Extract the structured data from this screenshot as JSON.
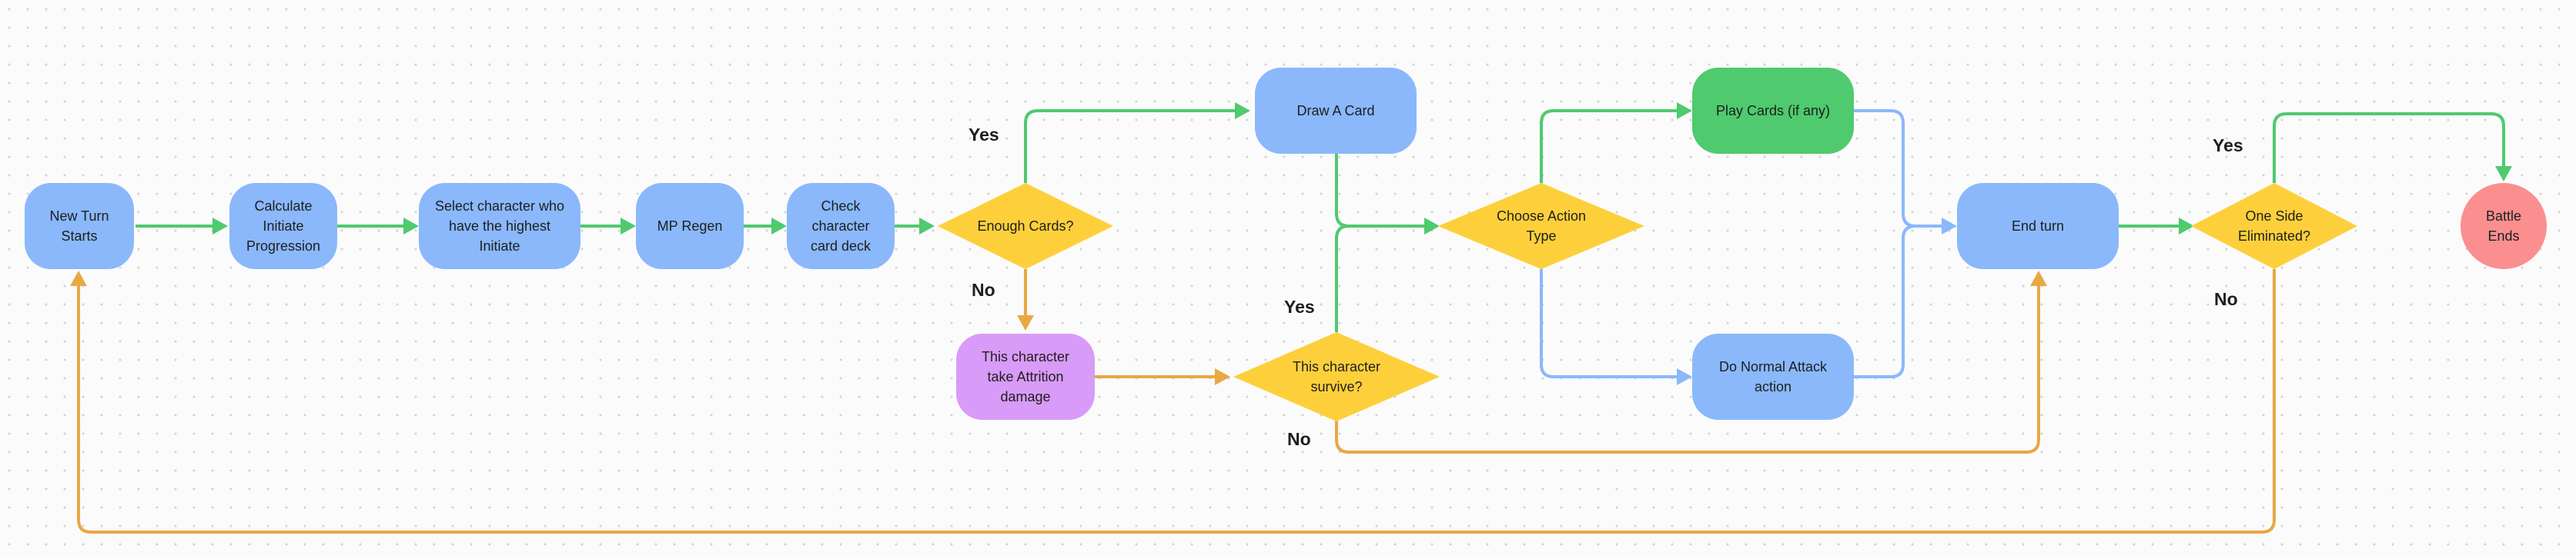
{
  "colors": {
    "blue": "#8ab8fb",
    "green": "#4fca6e",
    "purple": "#d89bf7",
    "yellow": "#fdd03b",
    "red": "#fb8f8f",
    "edge_green": "#4fca6e",
    "edge_orange": "#e8a845",
    "edge_blue": "#8ab8fb"
  },
  "nodes": {
    "new_turn": "New Turn Starts",
    "calc_initiate": "Calculate Initiate Progression",
    "select_char": "Select character who have the highest Initiate",
    "mp_regen": "MP Regen",
    "check_deck": "Check character card deck",
    "enough_cards": "Enough Cards?",
    "draw_card": "Draw A Card",
    "attrition": "This character take Attrition damage",
    "survive": "This character survive?",
    "choose_action": "Choose Action Type",
    "play_cards": "Play Cards (if any)",
    "normal_attack": "Do Normal Attack action",
    "end_turn": "End turn",
    "one_side": "One Side Eliminated?",
    "battle_ends": "Battle Ends"
  },
  "edge_labels": {
    "enough_yes": "Yes",
    "enough_no": "No",
    "survive_yes": "Yes",
    "survive_no": "No",
    "eliminated_yes": "Yes",
    "eliminated_no": "No"
  }
}
